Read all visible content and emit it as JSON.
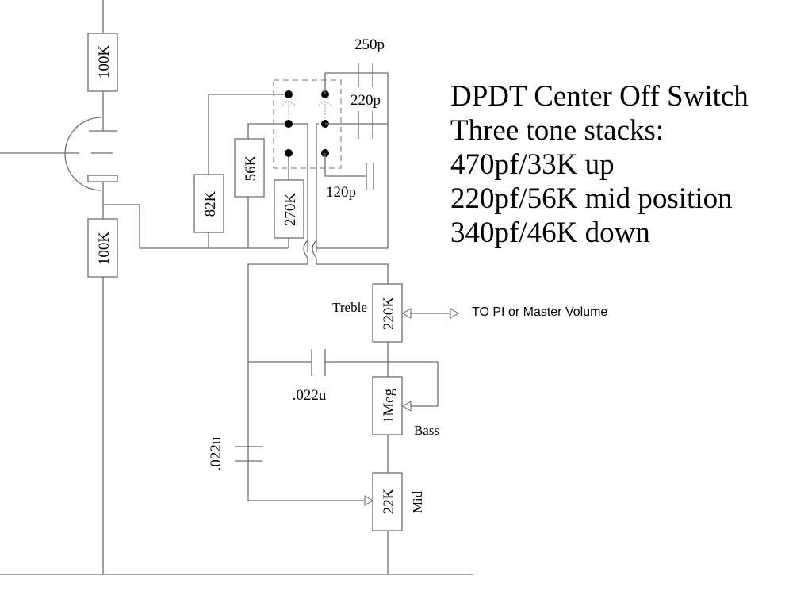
{
  "title_block": {
    "lines": [
      "DPDT Center Off Switch",
      "Three tone stacks:",
      "470pf/33K up",
      "220pf/56K mid position",
      "340pf/46K down"
    ]
  },
  "components": {
    "plate_resistor": "100K",
    "cathode_resistor": "100K",
    "r_82k": "82K",
    "r_56k": "56K",
    "r_270k": "270K",
    "c_250p": "250p",
    "c_220p": "220p",
    "c_120p": "120p",
    "treble_pot": "220K",
    "treble_label": "Treble",
    "bass_pot": "1Meg",
    "bass_label": "Bass",
    "mid_pot": "22K",
    "mid_label": "Mid",
    "bass_cap": ".022u",
    "mid_cap": ".022u"
  },
  "output": {
    "destination": "TO PI or Master Volume"
  },
  "icons": {
    "tube": "triode-tube-icon",
    "switch": "dpdt-switch-icon",
    "output_arrow": "double-arrow-icon"
  }
}
